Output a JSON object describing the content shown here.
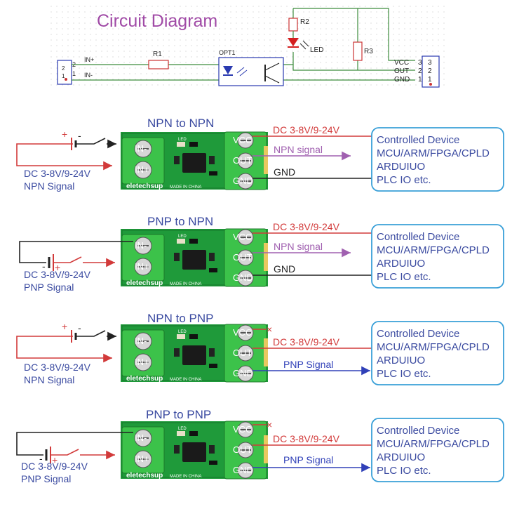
{
  "schematic": {
    "title": "Circuit Diagram",
    "in_plus": "IN+",
    "in_minus": "IN-",
    "r1": "R1",
    "r2": "R2",
    "r3": "R3",
    "led": "LED",
    "opt": "OPT1",
    "vcc": "VCC",
    "out": "OUT",
    "gnd": "GND",
    "pin2_left": "2",
    "pin1_left": "1",
    "pin2_num": "2",
    "pin1_num": "1",
    "pin3_right": "3",
    "pin2_right": "2",
    "pin1_right": "1",
    "conn_r3": "3",
    "conn_r2": "2",
    "conn_r1": "1"
  },
  "board": {
    "brand": "eletechsup",
    "made": "MADE IN CHINA",
    "led": "LED",
    "in_minus": "IN-",
    "in_plus": "IN+",
    "vcc": "VCC",
    "out": "OUT",
    "gnd": "GND",
    "side_minus": "—IN—",
    "side_plus": "+IN+"
  },
  "device": {
    "line1": "Controlled Device",
    "line2": "MCU/ARM/FPGA/CPLD",
    "line3": "ARDUIUO",
    "line4": "PLC IO etc."
  },
  "panels": [
    {
      "title": "NPN to NPN",
      "supply": "DC 3-8V/9-24V",
      "sig_label": "NPN signal",
      "gnd_label": "GND",
      "in_line1": "DC 3-8V/9-24V",
      "in_line2": "NPN Signal",
      "plus": "+",
      "minus": "-"
    },
    {
      "title": "PNP to NPN",
      "supply": "DC 3-8V/9-24V",
      "sig_label": "NPN signal",
      "gnd_label": "GND",
      "in_line1": "DC 3-8V/9-24V",
      "in_line2": "PNP Signal",
      "plus": "+",
      "minus": "-"
    },
    {
      "title": "NPN to PNP",
      "supply": "DC 3-8V/9-24V",
      "sig_label": "PNP Signal",
      "in_line1": "DC 3-8V/9-24V",
      "in_line2": "NPN Signal",
      "plus": "+",
      "minus": "-",
      "x_mark": "×"
    },
    {
      "title": "PNP to PNP",
      "supply": "DC 3-8V/9-24V",
      "sig_label": "PNP Signal",
      "in_line1": "DC 3-8V/9-24V",
      "in_line2": "PNP Signal",
      "plus": "+",
      "minus": "-",
      "x_mark": "×"
    }
  ],
  "colors": {
    "title_purple": "#a04aa6",
    "label_blue": "#3a4aa0",
    "wire_red": "#d23a3a",
    "wire_purple": "#a060b0",
    "wire_blue": "#3040b8",
    "schematic_green": "#3c8c3c",
    "schematic_blue": "#2a3ab0",
    "board_green": "#1f9a3a",
    "terminal_green": "#3cc24a",
    "device_border": "#3aa0d8"
  }
}
